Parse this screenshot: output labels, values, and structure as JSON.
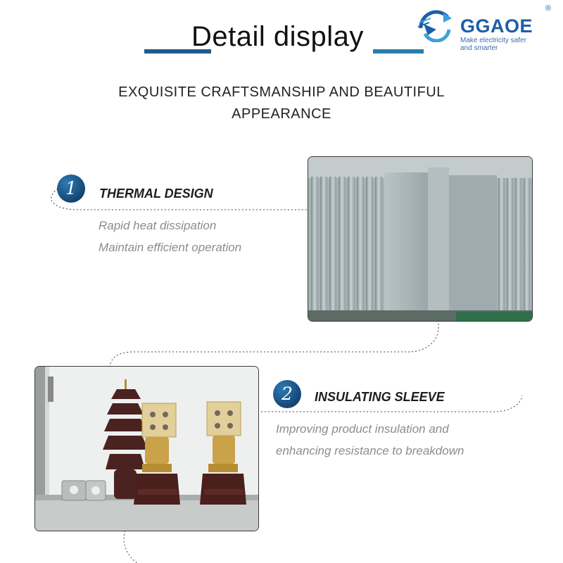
{
  "header": {
    "title": "Detail display",
    "subtitle_line1": "EXQUISITE CRAFTSMANSHIP AND BEAUTIFUL",
    "subtitle_line2": "APPEARANCE"
  },
  "brand": {
    "name": "GGAOE",
    "registered": "®",
    "tagline": "Make electricity safer and smarter",
    "logo_icon": "swirl-logo-icon"
  },
  "sections": [
    {
      "number": "1",
      "heading": "THERMAL DESIGN",
      "lines": [
        "Rapid heat dissipation",
        "Maintain efficient operation"
      ],
      "image": "transformer-radiator-fins-photo"
    },
    {
      "number": "2",
      "heading": "INSULATING SLEEVE",
      "lines": [
        "Improving product insulation and",
        "enhancing resistance to breakdown"
      ],
      "image": "insulating-bushings-photo"
    }
  ],
  "colors": {
    "accent_dark": "#12426e",
    "accent": "#2d7bb5",
    "brand_blue": "#1d5ea8",
    "desc_gray": "#8c8c8c"
  }
}
